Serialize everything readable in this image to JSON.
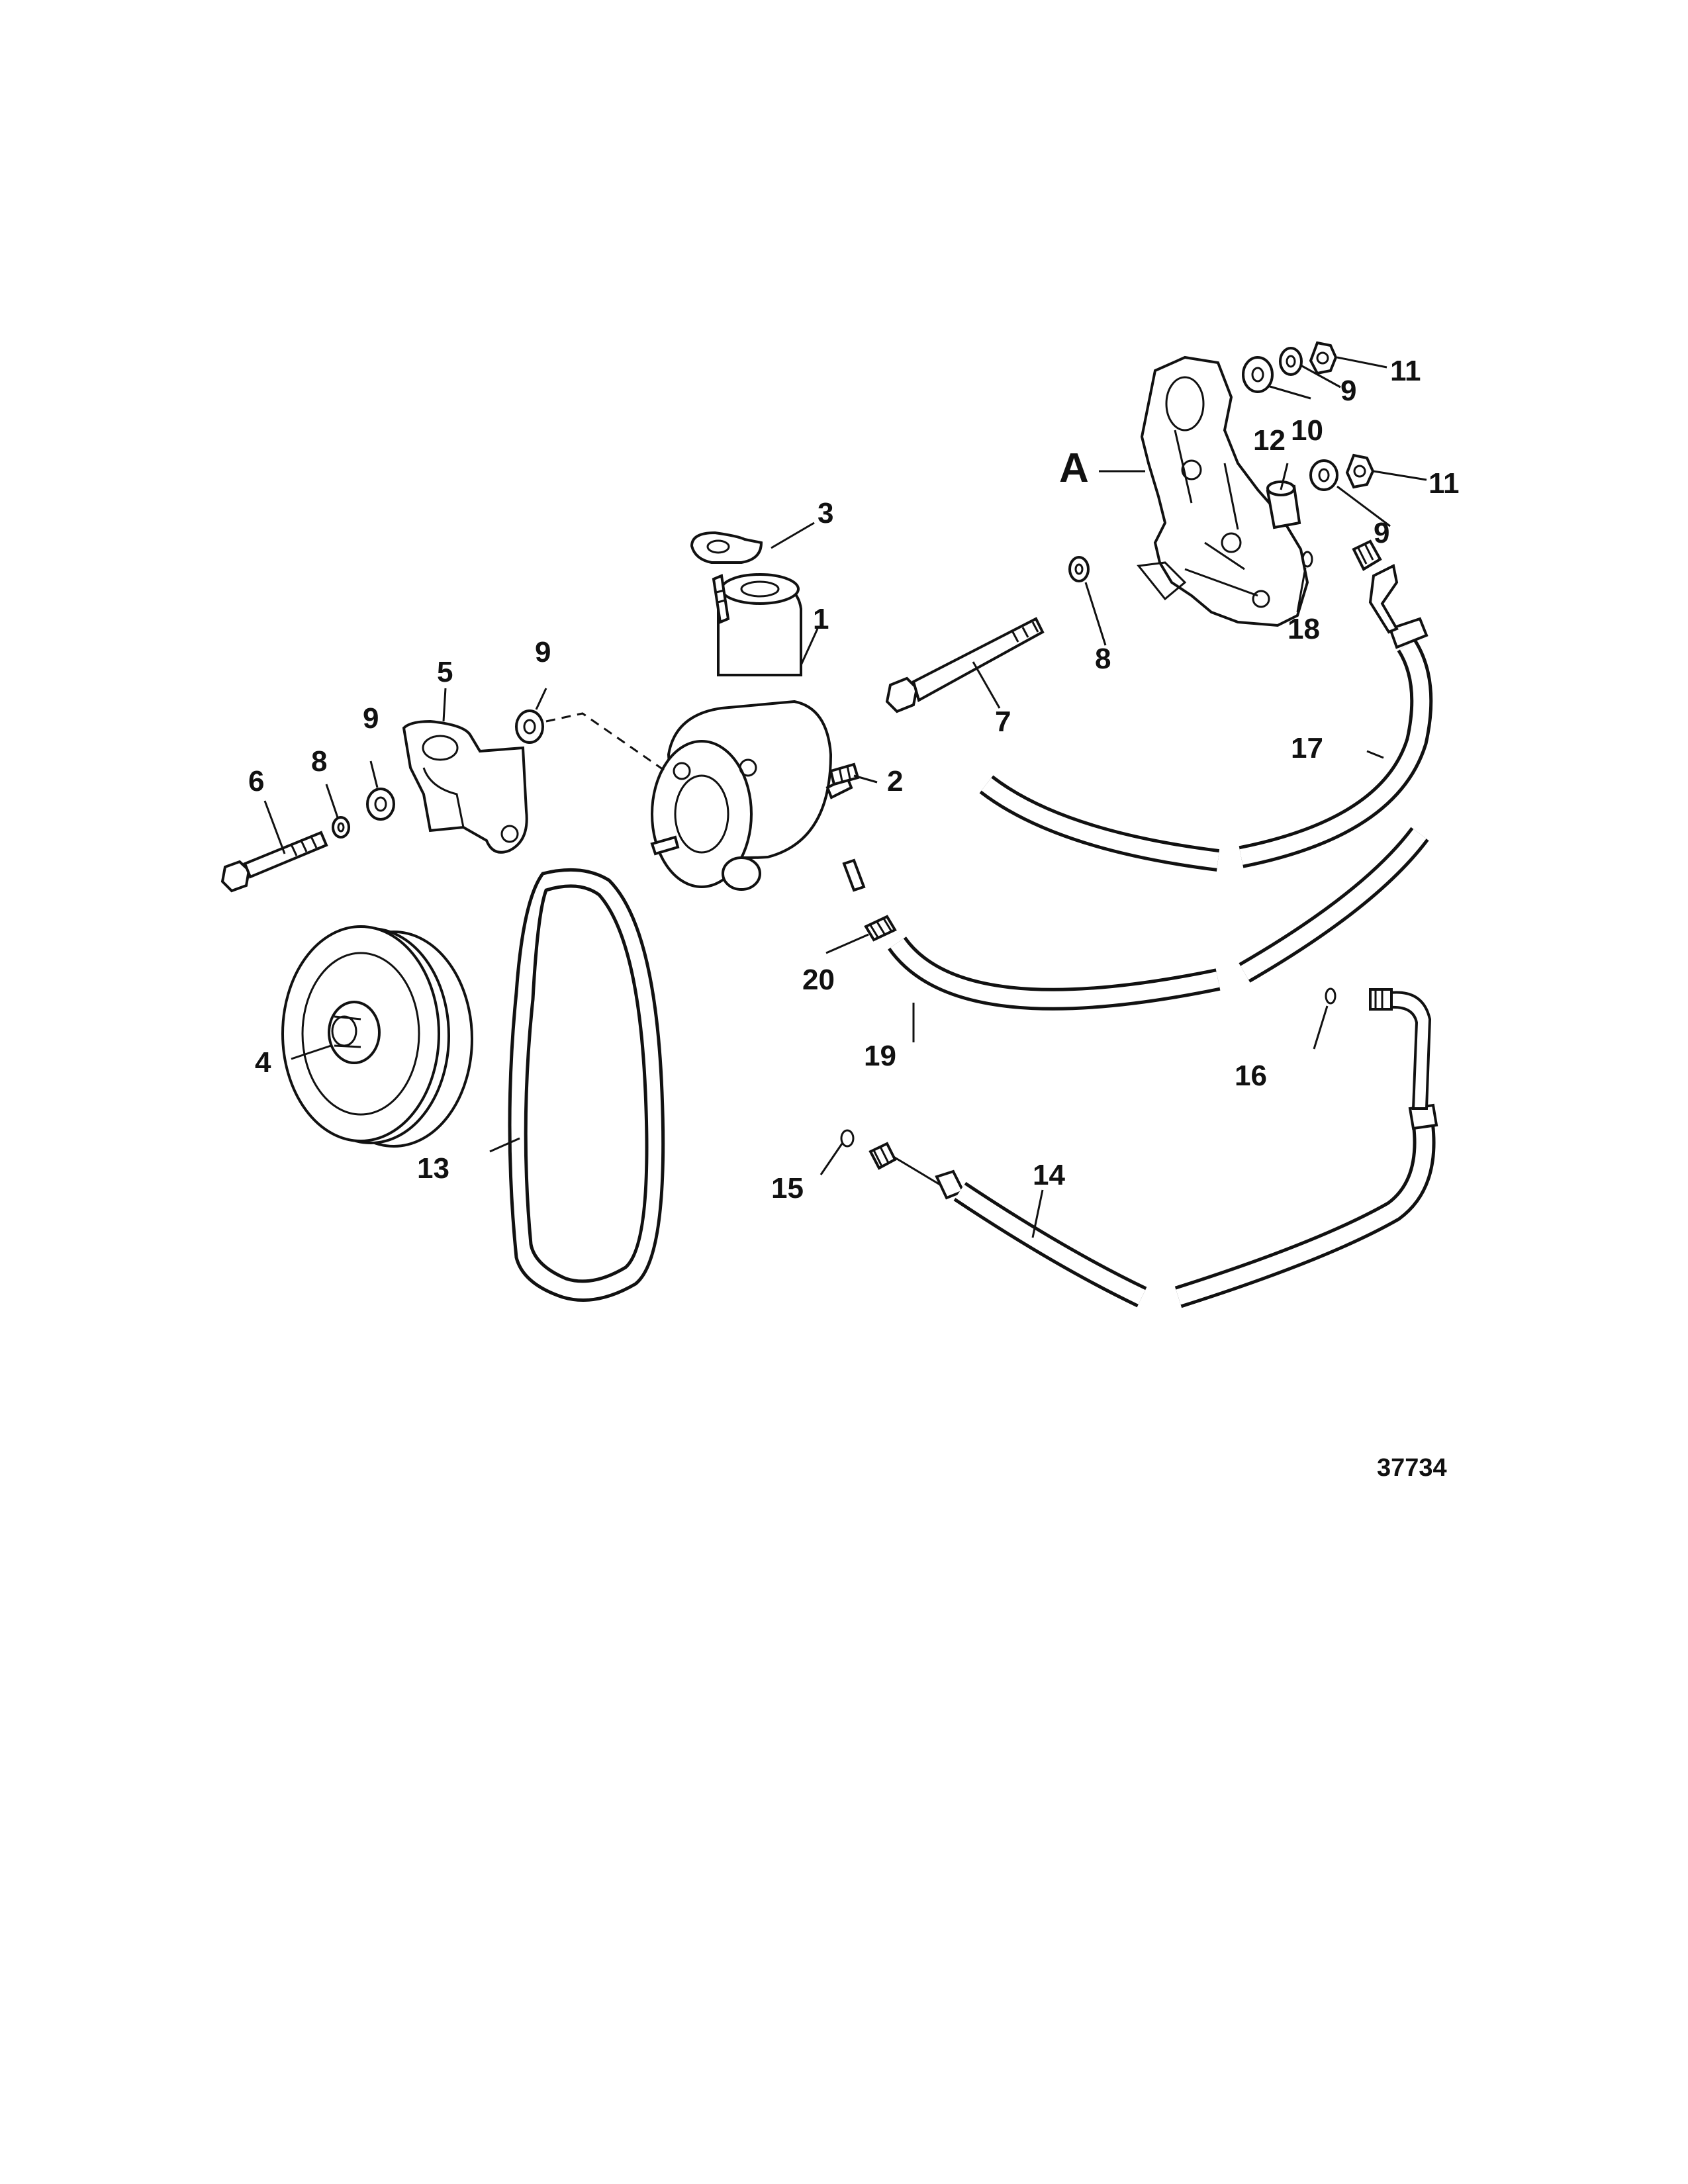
{
  "figure_number": "37734",
  "detail_label": "A",
  "callouts": {
    "c1": "1",
    "c2": "2",
    "c3": "3",
    "c4": "4",
    "c5": "5",
    "c6": "6",
    "c7": "7",
    "c8a": "8",
    "c8b": "8",
    "c9a": "9",
    "c9b": "9",
    "c9c": "9",
    "c9d": "9",
    "c10": "10",
    "c11a": "11",
    "c11b": "11",
    "c12": "12",
    "c13": "13",
    "c14": "14",
    "c15": "15",
    "c16": "16",
    "c17": "17",
    "c18": "18",
    "c19": "19",
    "c20": "20"
  }
}
